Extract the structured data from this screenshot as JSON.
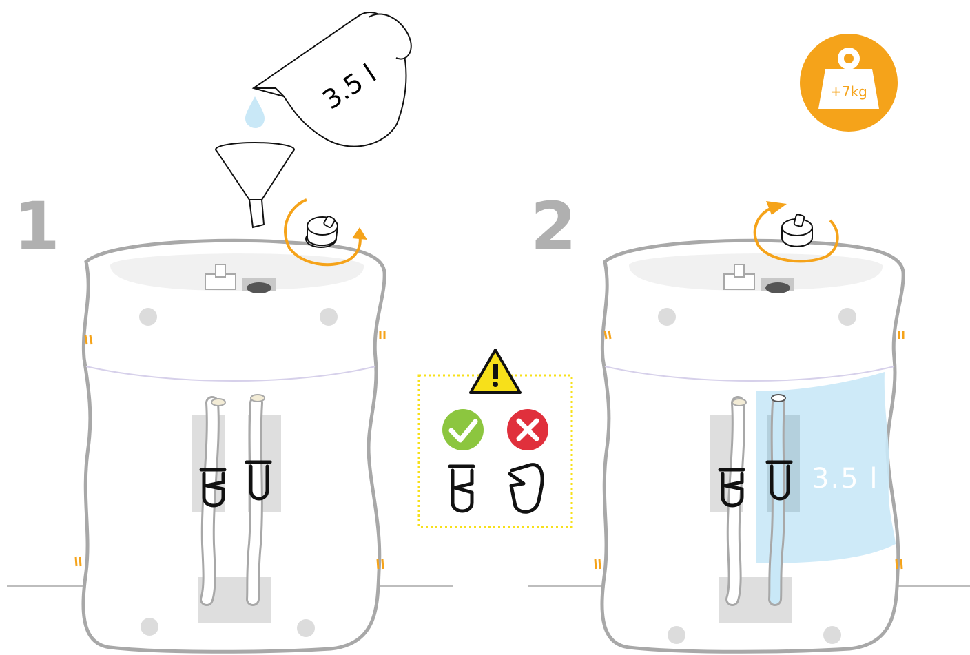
{
  "steps": [
    {
      "number": "1"
    },
    {
      "number": "2"
    }
  ],
  "jug": {
    "volume_label": "3.5 l"
  },
  "fill_label": "3.5 l",
  "weight_badge": {
    "label": "+7kg"
  },
  "warning": {
    "correct": "check",
    "incorrect": "cross"
  },
  "colors": {
    "accent_orange": "#f5a31a",
    "water_blue": "#c9e8f7",
    "step_gray": "#b0b0b0",
    "outline_gray": "#a8a8a8",
    "check_green": "#8cc63f",
    "cross_red": "#e0303c",
    "warning_yellow": "#f7e01a"
  },
  "icons": [
    "funnel-icon",
    "jug-icon",
    "water-drop-icon",
    "cap-icon",
    "rotate-arrow-icon",
    "warning-icon",
    "check-icon",
    "cross-icon",
    "clip-icon",
    "weight-icon"
  ]
}
